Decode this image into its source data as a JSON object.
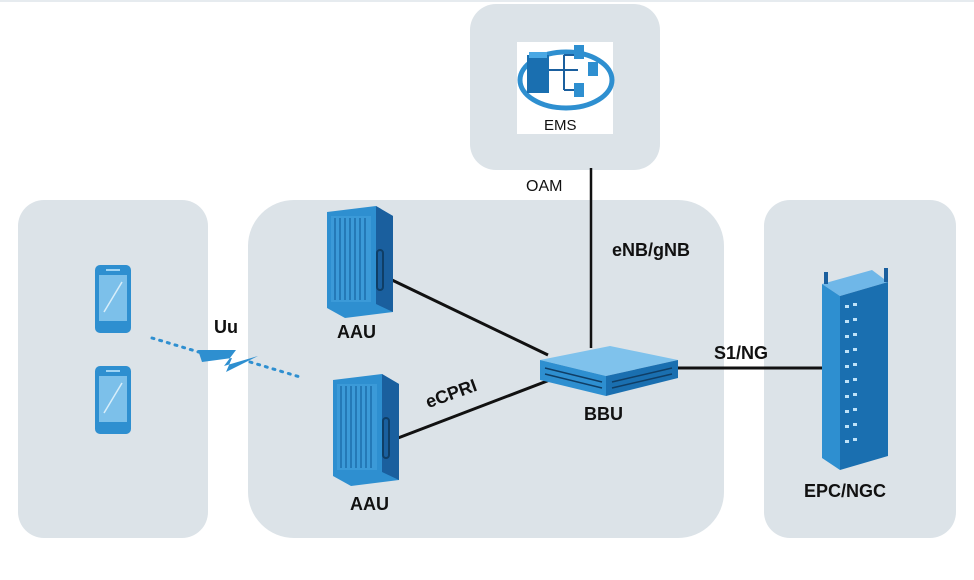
{
  "diagram": {
    "ems": {
      "label": "EMS"
    },
    "oam_label": "OAM",
    "ran": {
      "label": "eNB/gNB"
    },
    "aau_top": {
      "label": "AAU"
    },
    "aau_bottom": {
      "label": "AAU"
    },
    "bbu": {
      "label": "BBU"
    },
    "ecpri_label": "eCPRI",
    "uu_label": "Uu",
    "s1ng_label": "S1/NG",
    "core": {
      "label": "EPC/NGC"
    }
  },
  "colors": {
    "panel": "#dce3e8",
    "equipment": "#2e8fd0",
    "equipment_dark": "#1a5f9e",
    "link": "#111111"
  }
}
